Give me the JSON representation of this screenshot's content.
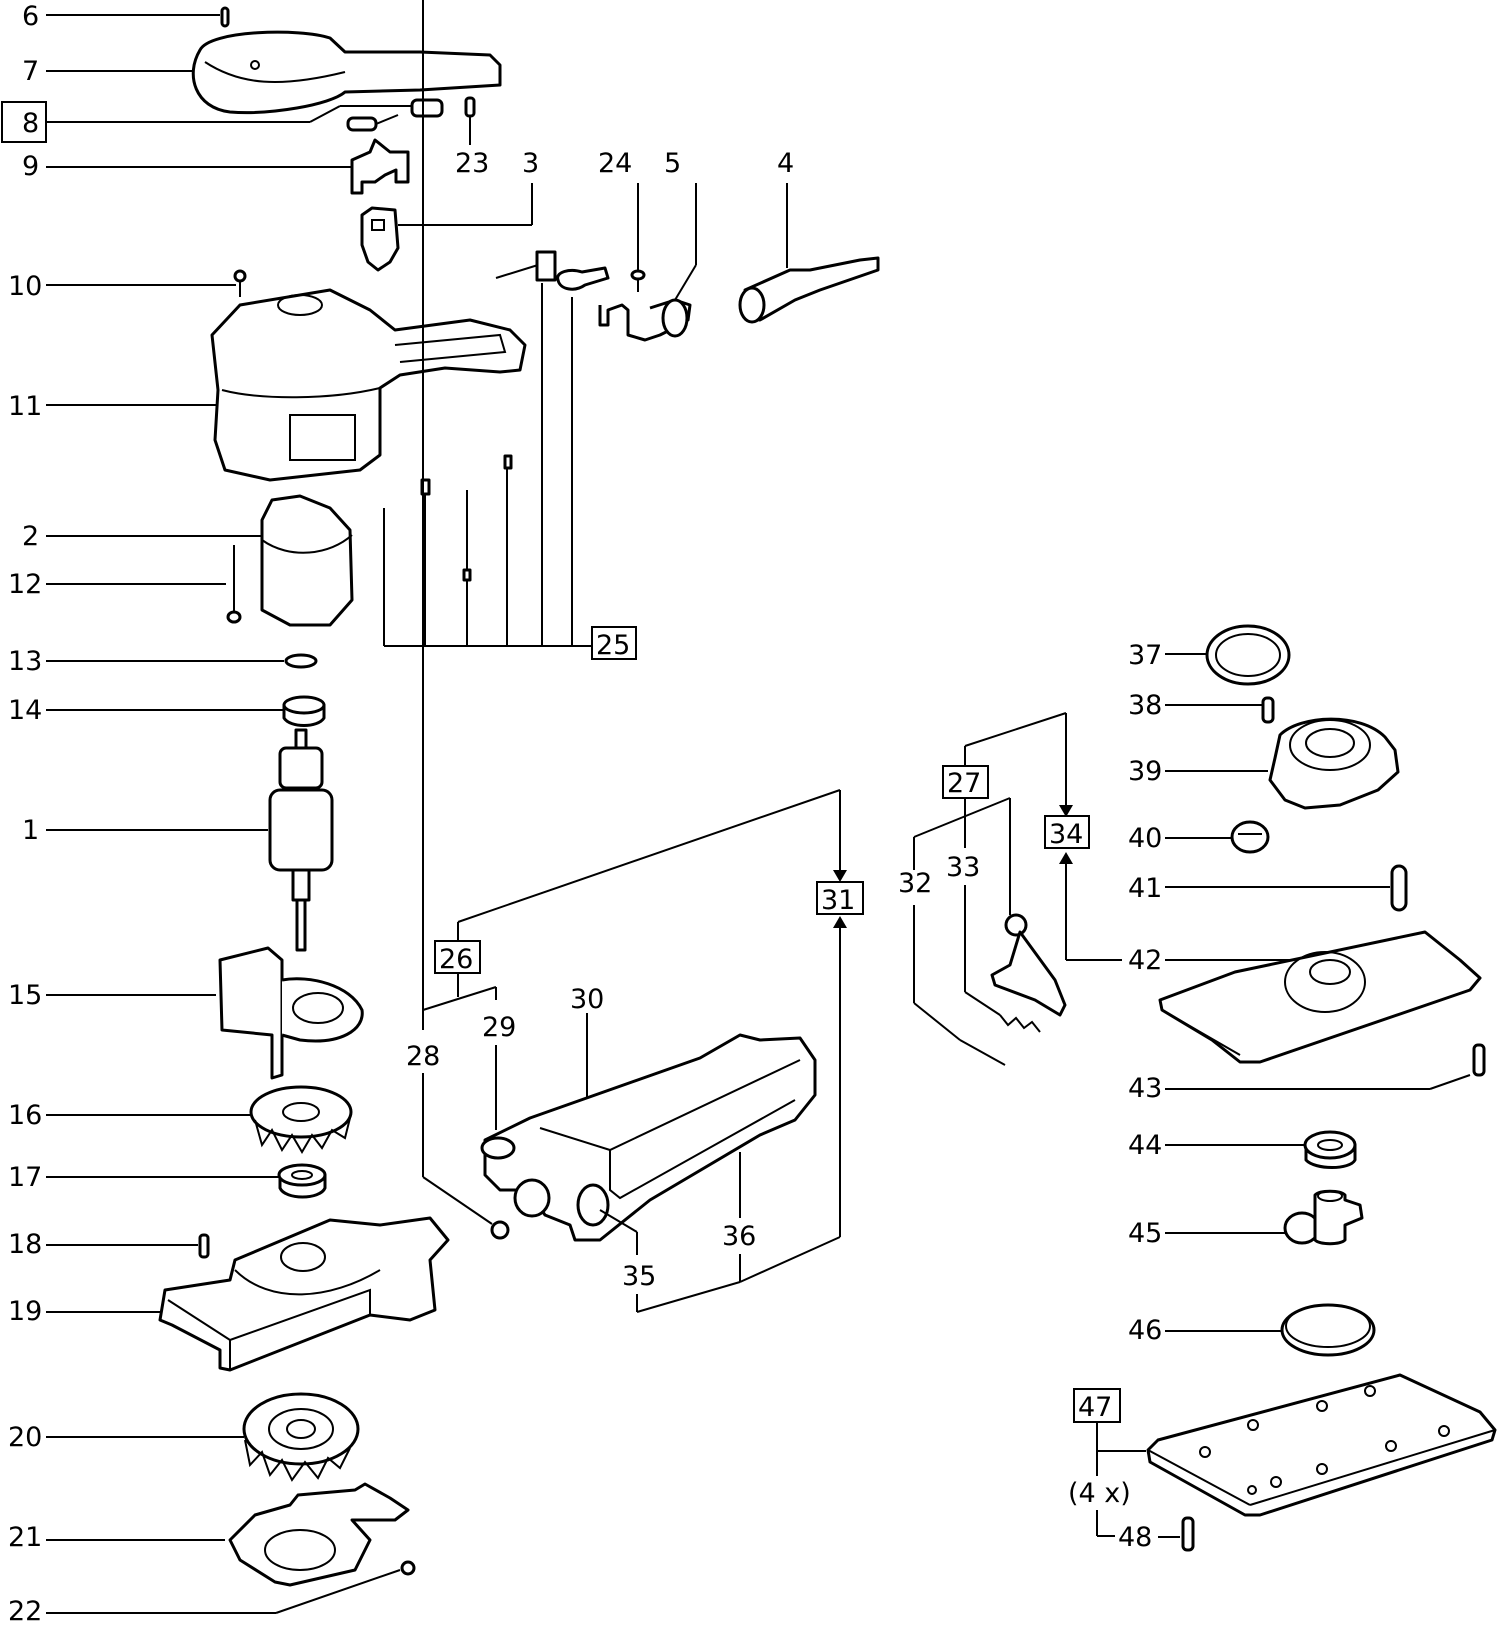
{
  "diagram": {
    "title": "Exploded parts diagram — orbital sander",
    "labels": {
      "p1": "1",
      "p2": "2",
      "p3": "3",
      "p4": "4",
      "p5": "5",
      "p6": "6",
      "p7": "7",
      "p8": "8",
      "p9": "9",
      "p10": "10",
      "p11": "11",
      "p12": "12",
      "p13": "13",
      "p14": "14",
      "p15": "15",
      "p16": "16",
      "p17": "17",
      "p18": "18",
      "p19": "19",
      "p20": "20",
      "p21": "21",
      "p22": "22",
      "p23": "23",
      "p24": "24",
      "p25": "25",
      "p26": "26",
      "p27": "27",
      "p28": "28",
      "p29": "29",
      "p30": "30",
      "p31": "31",
      "p32": "32",
      "p33": "33",
      "p34": "34",
      "p35": "35",
      "p36": "36",
      "p37": "37",
      "p38": "38",
      "p39": "39",
      "p40": "40",
      "p41": "41",
      "p42": "42",
      "p43": "43",
      "p44": "44",
      "p45": "45",
      "p46": "46",
      "p47": "47",
      "p48": "48"
    },
    "quantity_note": "(4 x)",
    "boxed_parts": [
      "8",
      "25",
      "26",
      "27",
      "31",
      "34",
      "47"
    ]
  }
}
